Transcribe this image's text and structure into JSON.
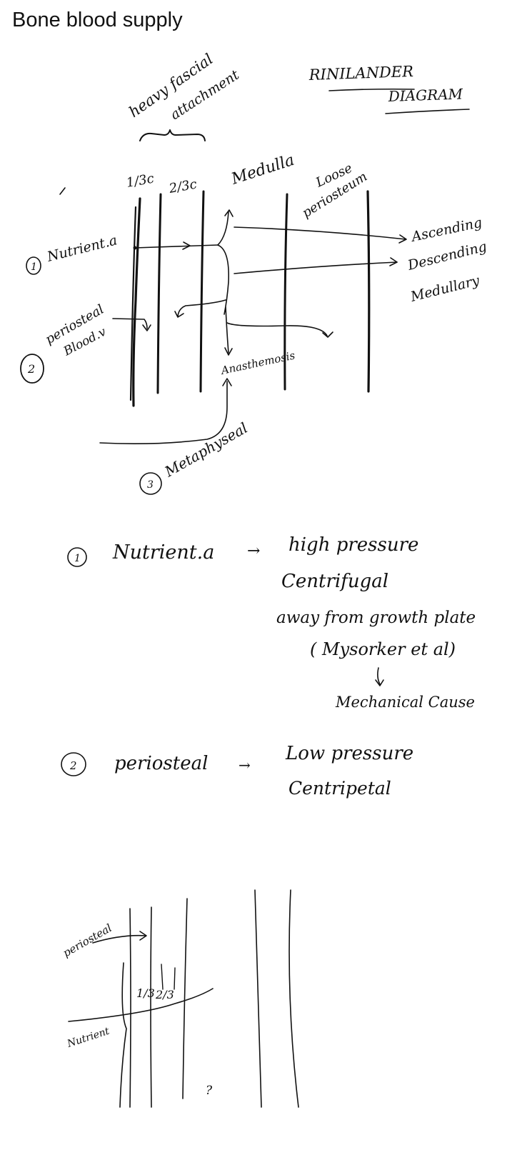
{
  "page": {
    "title": "Bone blood supply"
  },
  "diagram": {
    "heading_line1": "RINILANDER",
    "heading_line2": "DIAGRAM",
    "heavy_fascial_line1": "heavy fascial",
    "heavy_fascial_line2": "attachment",
    "third_outer": "1/3c",
    "third_inner": "2/3c",
    "medulla": "Medulla",
    "loose_line1": "Loose",
    "loose_line2": "periosteum",
    "ascending": "Ascending",
    "descending": "Descending",
    "medullary": "Medullary",
    "num1": "1",
    "nutrient": "Nutrient.a",
    "num2": "2",
    "periosteal_line1": "periosteal",
    "periosteal_line2": "Blood.v",
    "anastomosis": "Anasthemosis",
    "num3": "3",
    "metaphyseal": "Metaphyseal"
  },
  "notes": {
    "n1_num": "1",
    "n1_label": "Nutrient.a",
    "n1_arrow": "→",
    "n1_l1": "high pressure",
    "n1_l2": "Centrifugal",
    "n1_l3": "away from growth plate",
    "n1_l4": "( Mysorker et al)",
    "n1_l5": "Mechanical Cause",
    "n2_num": "2",
    "n2_label": "periosteal",
    "n2_arrow": "→",
    "n2_l1": "Low pressure",
    "n2_l2": "Centripetal"
  },
  "sketch2": {
    "periosteal": "periosteal",
    "nutrient": "Nutrient",
    "one_third": "1/3",
    "two_third": "2/3",
    "mark": "?"
  }
}
